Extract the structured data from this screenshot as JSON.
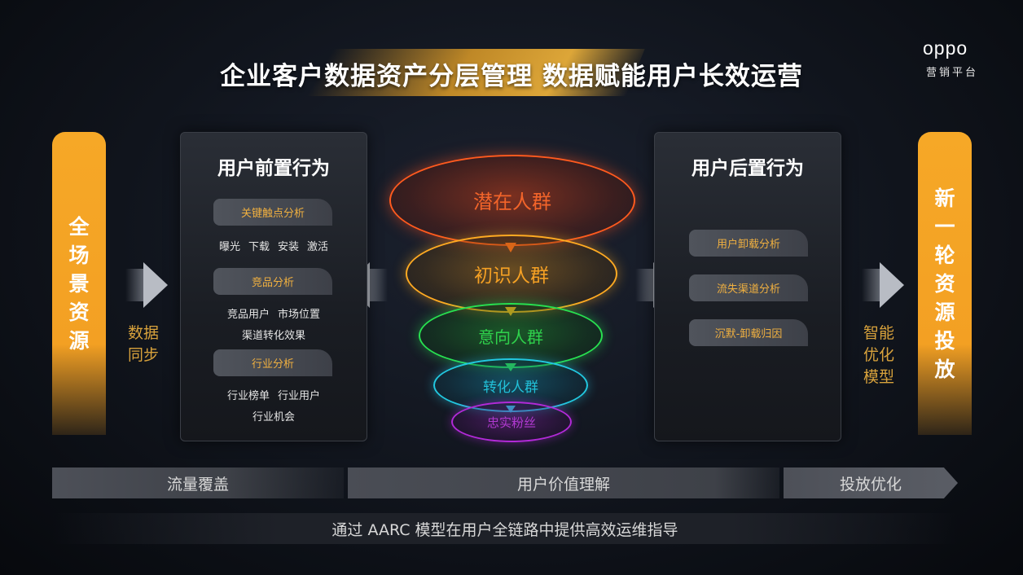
{
  "title": "企业客户数据资产分层管理  数据赋能用户长效运营",
  "brand": {
    "logo": "oppo",
    "subtitle": "营销平台"
  },
  "left_pillar": {
    "chars": [
      "全",
      "场",
      "景",
      "资",
      "源"
    ]
  },
  "right_pillar": {
    "chars": [
      "新",
      "一",
      "轮",
      "资",
      "源",
      "投",
      "放"
    ]
  },
  "left_label": [
    "数据",
    "同步"
  ],
  "right_label": [
    "智能",
    "优化",
    "模型"
  ],
  "pre_panel": {
    "title": "用户前置行为",
    "groups": [
      {
        "tag": "关键触点分析",
        "lines": [
          [
            "曝光",
            "下载",
            "安装",
            "激活"
          ]
        ]
      },
      {
        "tag": "竞品分析",
        "lines": [
          [
            "竞品用户",
            "市场位置"
          ],
          [
            "渠道转化效果"
          ]
        ]
      },
      {
        "tag": "行业分析",
        "lines": [
          [
            "行业榜单",
            "行业用户"
          ],
          [
            "行业机会"
          ]
        ]
      }
    ]
  },
  "post_panel": {
    "title": "用户后置行为",
    "tags": [
      "用户卸载分析",
      "流失渠道分析",
      "沉默-卸载归因"
    ]
  },
  "funnel": [
    {
      "label": "潜在人群",
      "color": "#e8501c"
    },
    {
      "label": "初识人群",
      "color": "#f29a1c"
    },
    {
      "label": "意向人群",
      "color": "#1fd440"
    },
    {
      "label": "转化人群",
      "color": "#1ec0d8"
    },
    {
      "label": "忠实粉丝",
      "color": "#b42ad4"
    }
  ],
  "bars": [
    "流量覆盖",
    "用户价值理解",
    "投放优化"
  ],
  "footer": "通过 AARC 模型在用户全链路中提供高效运维指导"
}
